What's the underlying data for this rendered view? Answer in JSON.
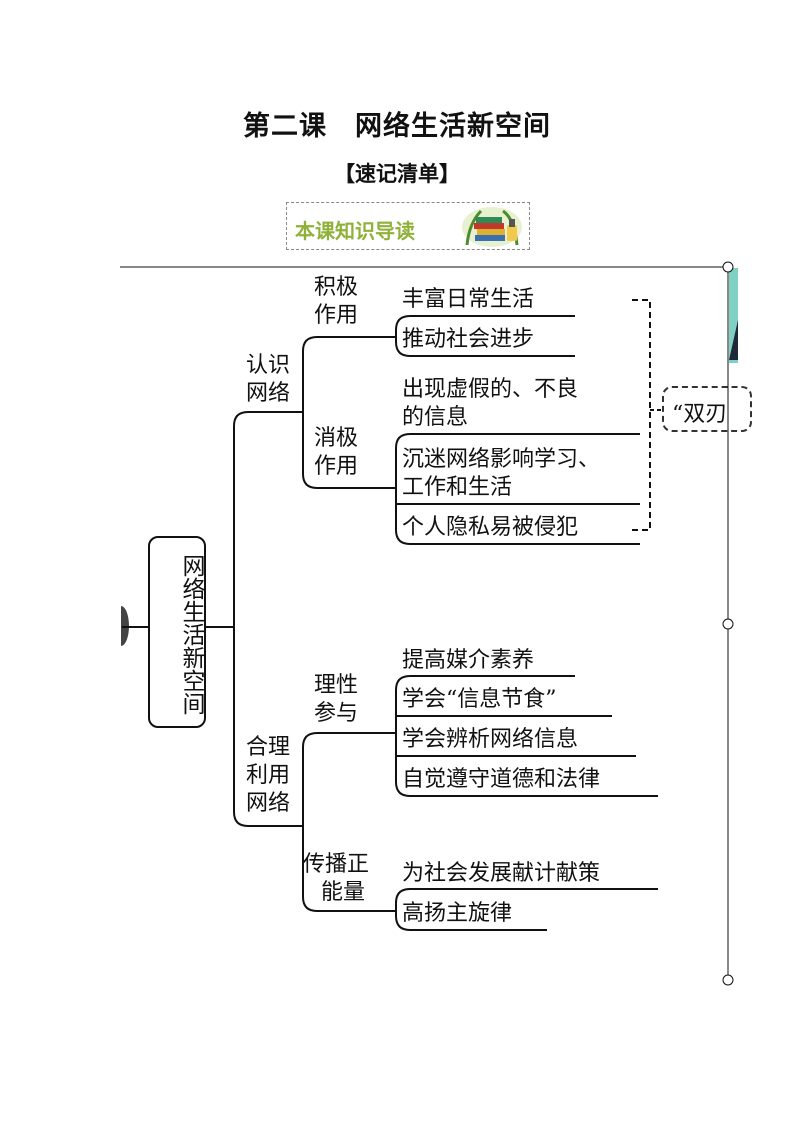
{
  "header": {
    "title": "第二课　网络生活新空间",
    "subtitle": "【速记清单】",
    "guide_label": "本课知识导读"
  },
  "mindmap": {
    "root": "网络生活新空间",
    "branches": [
      {
        "label_line1": "认识",
        "label_line2": "网络",
        "children": [
          {
            "label_line1": "积极",
            "label_line2": "作用",
            "leaves": [
              "丰富日常生活",
              "推动社会进步"
            ]
          },
          {
            "label_line1": "消极",
            "label_line2": "作用",
            "leaves": [
              {
                "line1": "出现虚假的、不良",
                "line2": "的信息"
              },
              {
                "line1": "沉迷网络影响学习、",
                "line2": "工作和生活"
              },
              "个人隐私易被侵犯"
            ]
          }
        ]
      },
      {
        "label_line1": "合理",
        "label_line2": "利用",
        "label_line3": "网络",
        "children": [
          {
            "label_line1": "理性",
            "label_line2": "参与",
            "leaves": [
              "提高媒介素养",
              "学会“信息节食”",
              "学会辨析网络信息",
              "自觉遵守道德和法律"
            ]
          },
          {
            "label_line1": "传播正",
            "label_line2": "能量",
            "leaves": [
              "为社会发展献计献策",
              "高扬主旋律"
            ]
          }
        ]
      }
    ],
    "side_note": "“双刃"
  },
  "colors": {
    "guide_text": "#8fb13a",
    "line": "#111111",
    "accent_teal": "#7fd1c4",
    "dark_navy": "#1e2a3a"
  }
}
